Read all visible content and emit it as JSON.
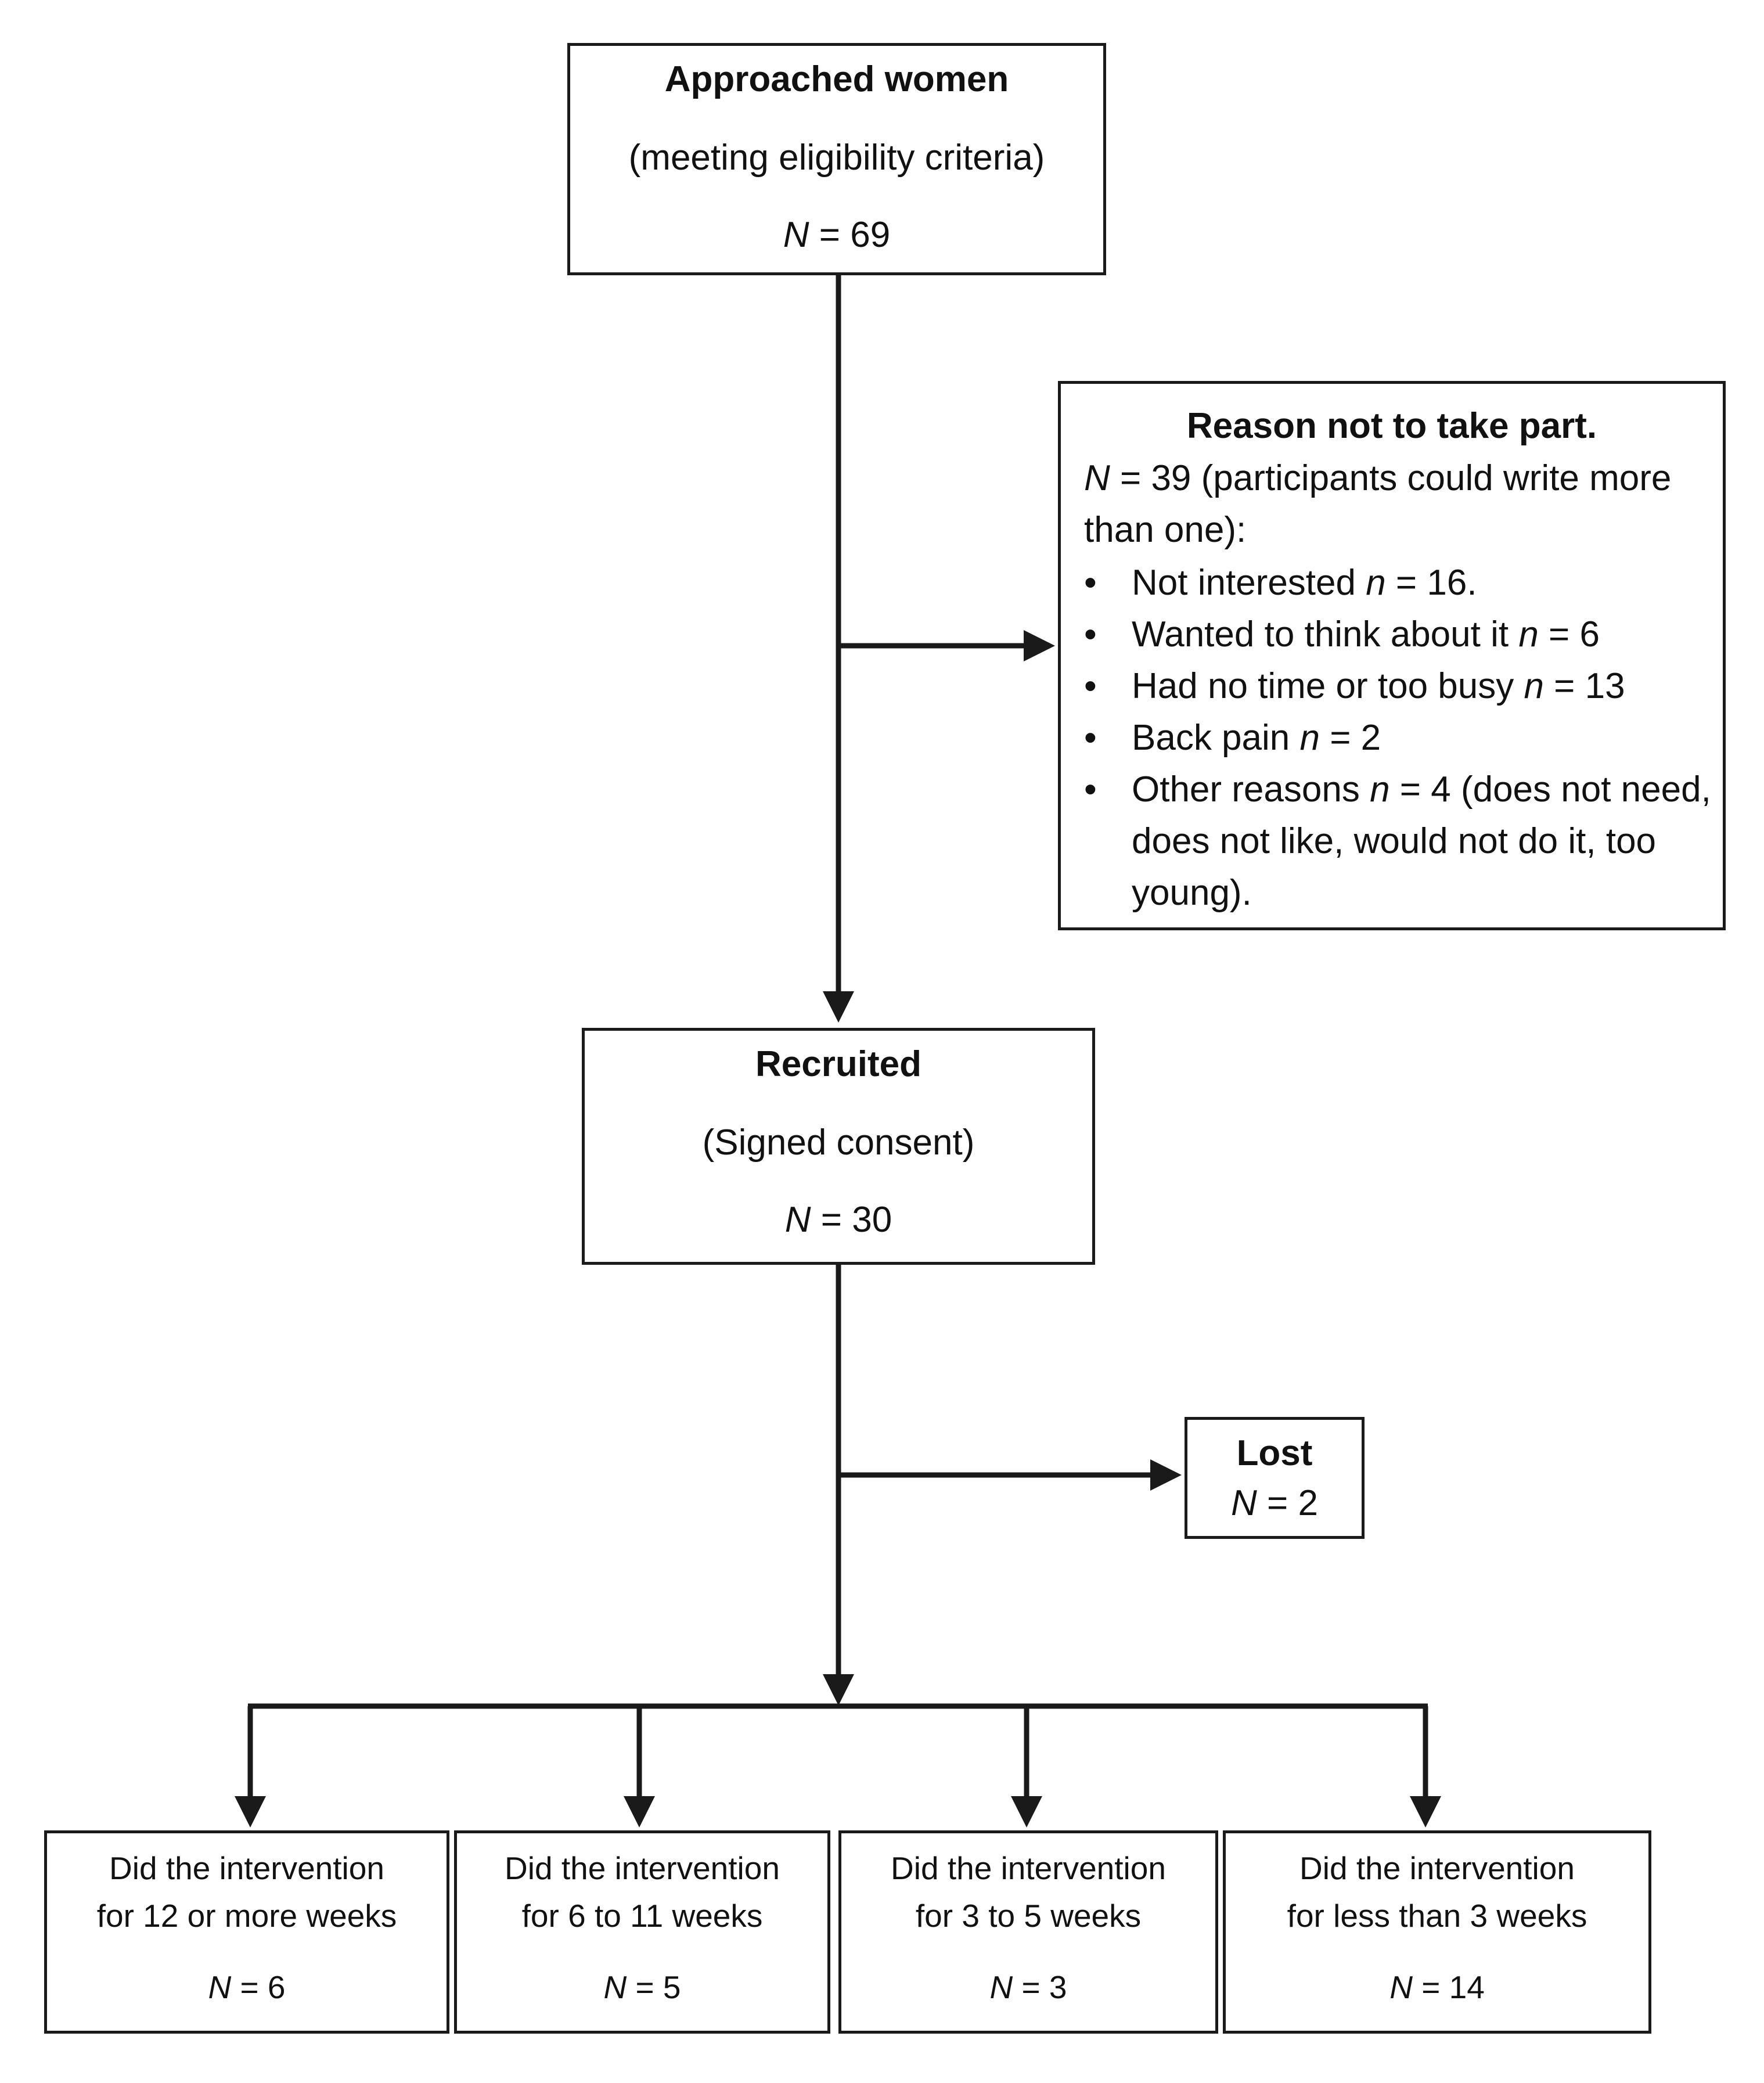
{
  "approached": {
    "title": "Approached women",
    "subtitle": "(meeting eligibility criteria)",
    "n_label": "N",
    "n_text": " = 69"
  },
  "reasons": {
    "title": "Reason not to take part.",
    "n_label": "N",
    "intro_text": " = 39 (participants could write more than one):",
    "bullet": "•",
    "items": [
      {
        "pre": "Not interested ",
        "n": "n",
        "post": " = 16."
      },
      {
        "pre": "Wanted to think about it ",
        "n": "n",
        "post": " = 6"
      },
      {
        "pre": "Had no time or too busy ",
        "n": "n",
        "post": " = 13"
      },
      {
        "pre": "Back pain ",
        "n": "n",
        "post": " = 2"
      },
      {
        "pre": "Other reasons ",
        "n": "n",
        "post": " = 4 (does not need, does not like, would not do it, too young)."
      }
    ]
  },
  "recruited": {
    "title": "Recruited",
    "subtitle": "(Signed consent)",
    "n_label": "N",
    "n_text": " = 30"
  },
  "lost": {
    "title": "Lost",
    "n_label": "N",
    "n_text": " = 2"
  },
  "groups": [
    {
      "line1": "Did the intervention",
      "line2": "for 12 or more weeks",
      "n_label": "N",
      "n_text": " = 6"
    },
    {
      "line1": "Did the intervention",
      "line2": "for 6 to 11 weeks",
      "n_label": "N",
      "n_text": " = 5"
    },
    {
      "line1": "Did the intervention",
      "line2": "for 3 to 5 weeks",
      "n_label": "N",
      "n_text": " = 3"
    },
    {
      "line1": "Did the intervention",
      "line2": "for less than 3 weeks",
      "n_label": "N",
      "n_text": " = 14"
    }
  ]
}
